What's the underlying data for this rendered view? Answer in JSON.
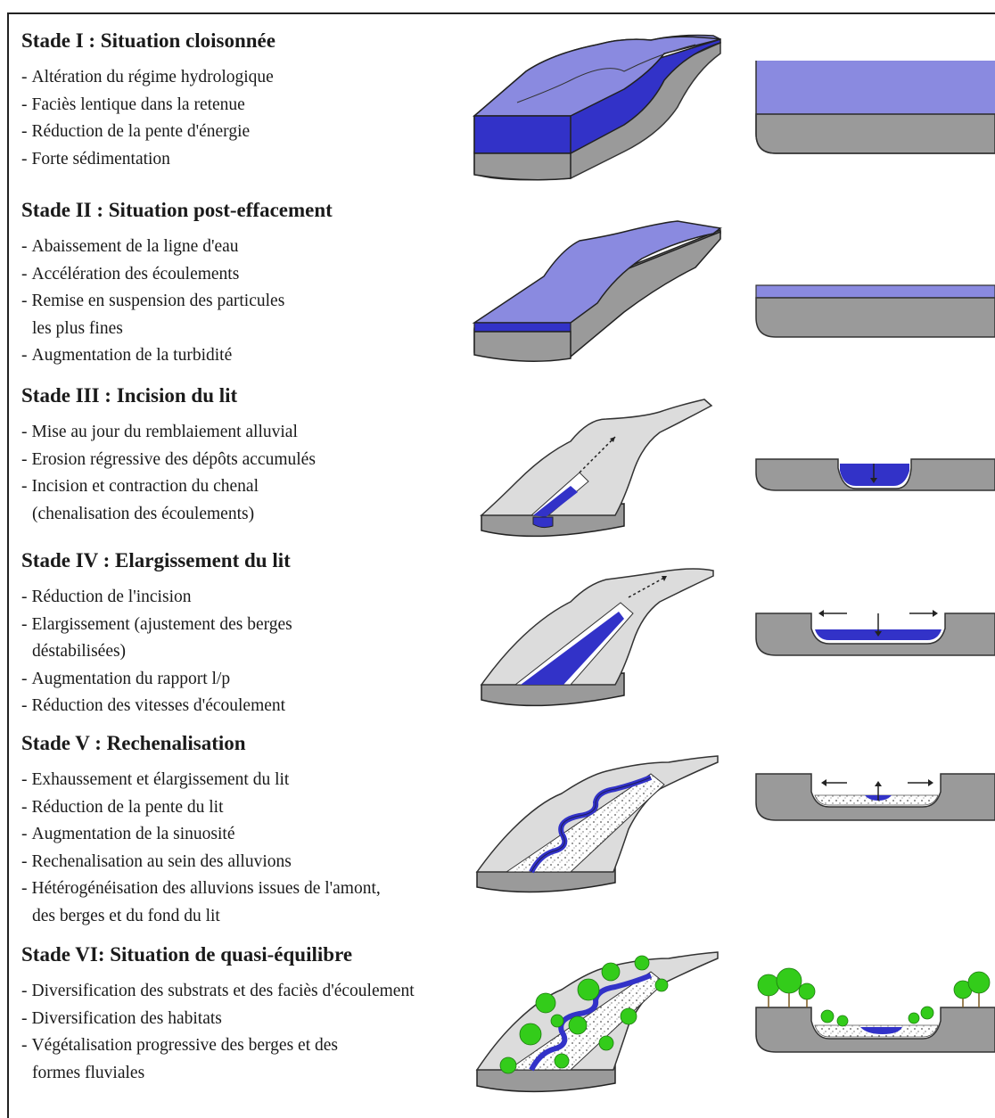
{
  "stages": [
    {
      "title": "Stade I : Situation cloisonnée",
      "bullets": [
        {
          "text": "Altération du régime hydrologique"
        },
        {
          "text": "Faciès lentique dans la retenue"
        },
        {
          "text": "Réduction de la pente d'énergie"
        },
        {
          "text": "Forte sédimentation"
        }
      ]
    },
    {
      "title": "Stade II : Situation post-effacement",
      "bullets": [
        {
          "text": "Abaissement de la ligne d'eau"
        },
        {
          "text": "Accélération des écoulements"
        },
        {
          "text": "Remise en suspension des particules",
          "cont": "les plus fines"
        },
        {
          "text": "Augmentation de la turbidité"
        }
      ]
    },
    {
      "title": "Stade III : Incision du lit",
      "bullets": [
        {
          "text": "Mise au jour du remblaiement alluvial"
        },
        {
          "text": "Erosion régressive des dépôts accumulés"
        },
        {
          "text": "Incision et contraction du chenal",
          "cont": "(chenalisation des écoulements)"
        }
      ]
    },
    {
      "title": "Stade IV : Elargissement du lit",
      "bullets": [
        {
          "text": "Réduction de l'incision"
        },
        {
          "text": "Elargissement (ajustement des berges",
          "cont": "déstabilisées)"
        },
        {
          "text": "Augmentation du rapport l/p"
        },
        {
          "text": "Réduction des vitesses d'écoulement"
        }
      ]
    },
    {
      "title": "Stade V : Rechenalisation",
      "bullets": [
        {
          "text": "Exhaussement et élargissement du lit"
        },
        {
          "text": "Réduction de la pente du lit"
        },
        {
          "text": "Augmentation de la sinuosité"
        },
        {
          "text": "Rechenalisation au sein des alluvions"
        },
        {
          "text": "Hétérogénéisation des alluvions issues de l'amont,",
          "cont": "des berges et du fond du lit"
        }
      ]
    },
    {
      "title": "Stade VI: Situation de quasi-équilibre",
      "bullets": [
        {
          "text": "Diversification des substrats et des faciès d'écoulement"
        },
        {
          "text": "Diversification des habitats"
        },
        {
          "text": "Végétalisation progressive des berges et des",
          "cont": "formes fluviales"
        }
      ]
    }
  ],
  "colors": {
    "water_light": "#8a8ae0",
    "water_dark": "#3232c8",
    "ground": "#9a9a9a",
    "ground_light": "#d8d8d8",
    "vegetation": "#33cc1a"
  }
}
